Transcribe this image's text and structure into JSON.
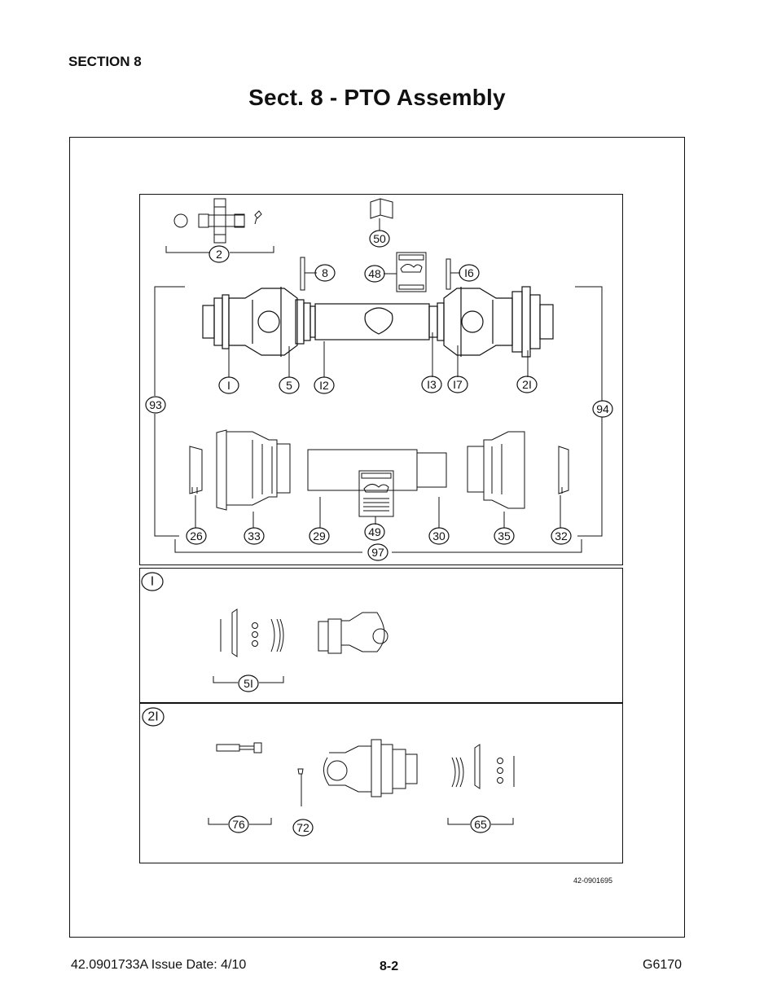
{
  "header": {
    "section": "SECTION 8",
    "title": "Sect. 8 - PTO Assembly"
  },
  "diagram": {
    "drawing_number": "42-0901695",
    "callouts": {
      "c2": "2",
      "c50": "50",
      "c8": "8",
      "c48": "48",
      "c16": "I6",
      "c1": "I",
      "c5": "5",
      "c12": "I2",
      "c13": "I3",
      "c17": "I7",
      "c21": "2I",
      "c93": "93",
      "c94": "94",
      "c26": "26",
      "c33": "33",
      "c29": "29",
      "c49": "49",
      "c30": "30",
      "c35": "35",
      "c32": "32",
      "c97": "97",
      "detail1": "I",
      "c51": "5I",
      "detail21": "2I",
      "c76": "76",
      "c72": "72",
      "c65": "65"
    }
  },
  "footer": {
    "doc": "42.0901733A  Issue Date: 4/10",
    "page": "8-2",
    "model": "G6170"
  }
}
